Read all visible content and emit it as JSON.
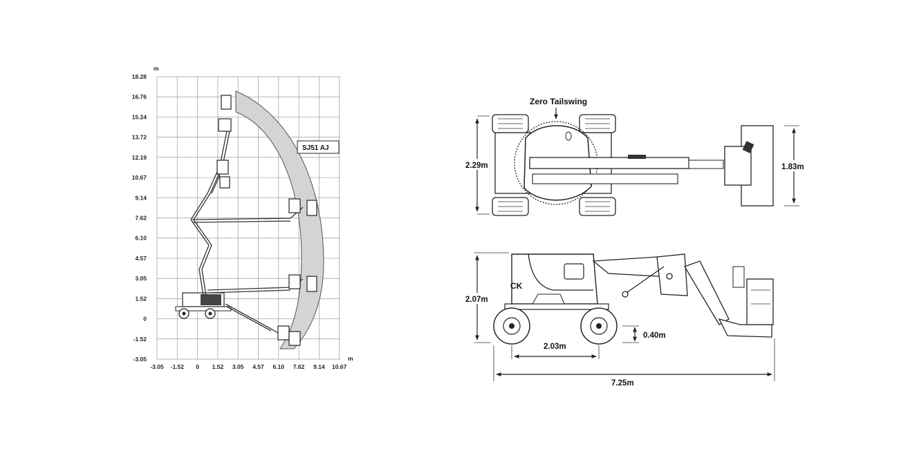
{
  "reach_chart": {
    "unit_y": "m",
    "unit_x": "m",
    "y_ticks": [
      "18.28",
      "16.76",
      "15.24",
      "13.72",
      "12.19",
      "10.67",
      "9.14",
      "7.62",
      "6.10",
      "4.57",
      "3.05",
      "1.52",
      "0",
      "-1.52",
      "-3.05"
    ],
    "x_ticks": [
      "-3.05",
      "-1.52",
      "0",
      "1.52",
      "3.05",
      "4.57",
      "6.10",
      "7.62",
      "9.14",
      "10.67"
    ],
    "model_label": "SJ51 AJ"
  },
  "top_view": {
    "annotation": "Zero Tailswing",
    "width_dim": "2.29m",
    "platform_dim": "1.83m"
  },
  "side_view": {
    "height_dim": "2.07m",
    "wheelbase_dim": "2.03m",
    "clearance_dim": "0.40m",
    "length_dim": "7.25m",
    "brand_mark": "CK"
  }
}
